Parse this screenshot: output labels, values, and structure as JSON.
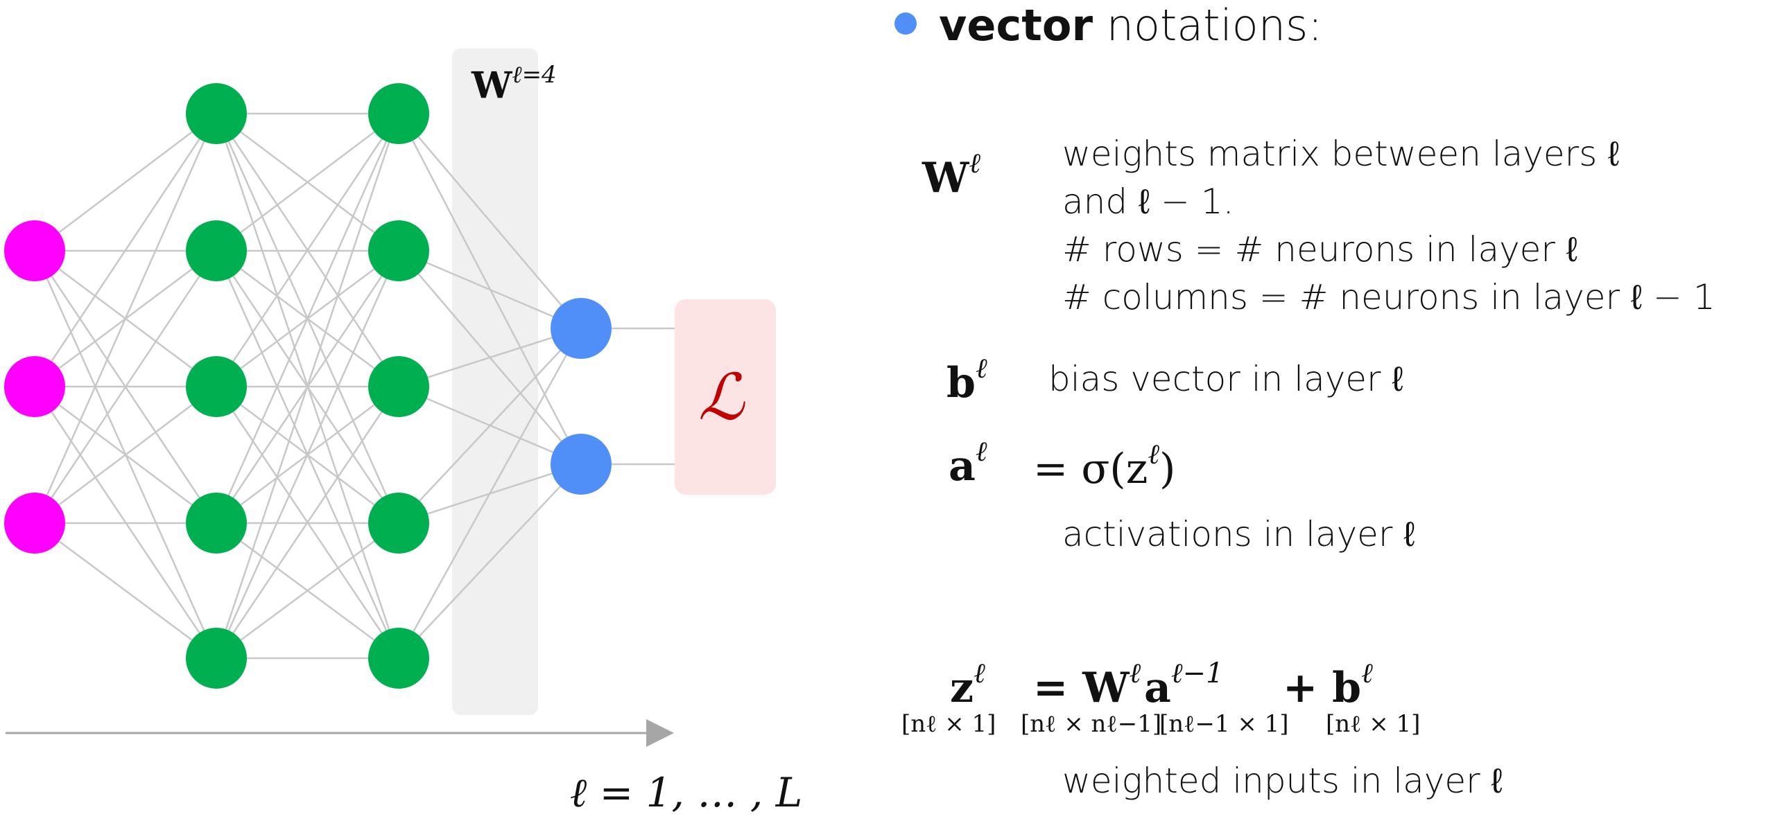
{
  "diagram": {
    "colors": {
      "input": "#ff00ff",
      "hidden": "#00b050",
      "output": "#4f8ff7",
      "edge": "#c8c8c8",
      "weight_band": "#f0f0f0",
      "loss_box": "#fde4e4",
      "loss_symbol": "#c00000",
      "axis": "#a6a6a6",
      "bullet": "#4f8ff7"
    },
    "weight_label": "W",
    "weight_label_sup": "ℓ=4",
    "loss_symbol": "ℒ",
    "axis_label": "ℓ = 1, … , L"
  },
  "notes": {
    "heading_bold": "vector",
    "heading_rest": " notations:",
    "W": {
      "symbol": "W",
      "sup": "ℓ",
      "lines": [
        "weights matrix between layers ℓ",
        "and ℓ − 1.",
        "# rows = # neurons in layer ℓ",
        "# columns = # neurons in layer ℓ − 1"
      ]
    },
    "b": {
      "symbol": "b",
      "sup": "ℓ",
      "text": "bias vector in layer ℓ"
    },
    "a": {
      "symbol": "a",
      "sup": "ℓ",
      "eq": "= σ(z",
      "eq_sup": "ℓ",
      "eq_close": ")",
      "text": "activations in layer ℓ"
    },
    "z": {
      "symbol": "z",
      "sup": "ℓ",
      "eq_eq": "= W",
      "eq_W_sup": "ℓ",
      "eq_a": " a",
      "eq_a_sup": "ℓ−1",
      "eq_plus": "+ b",
      "eq_b_sup": "ℓ",
      "dim_z": "[nℓ × 1]",
      "dim_W": "[nℓ × nℓ−1]",
      "dim_a": "[nℓ−1 × 1]",
      "dim_b": "[nℓ × 1]",
      "text": "weighted inputs in layer ℓ"
    }
  }
}
